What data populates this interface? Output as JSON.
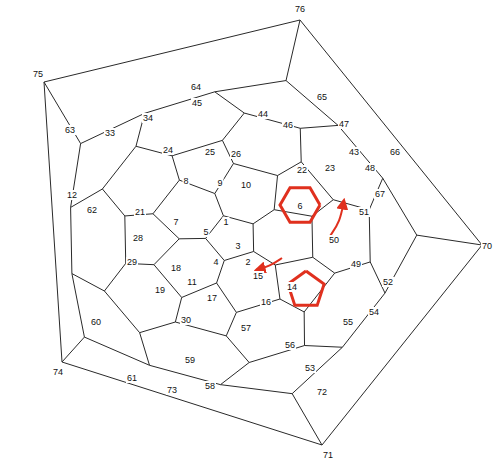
{
  "diagram": {
    "labels": [
      "76",
      "75",
      "70",
      "71",
      "74",
      "72",
      "73",
      "64",
      "65",
      "63",
      "45",
      "44",
      "47",
      "66",
      "67",
      "43",
      "34",
      "33",
      "12",
      "62",
      "24",
      "25",
      "26",
      "22",
      "23",
      "8",
      "9",
      "10",
      "6",
      "7",
      "21",
      "5",
      "1",
      "3",
      "2",
      "4",
      "14",
      "18",
      "19",
      "11",
      "15",
      "16",
      "17",
      "28",
      "29",
      "61",
      "60",
      "59",
      "30",
      "57",
      "56",
      "55",
      "54",
      "53",
      "52",
      "51",
      "50",
      "49",
      "58",
      "48",
      "46"
    ]
  }
}
